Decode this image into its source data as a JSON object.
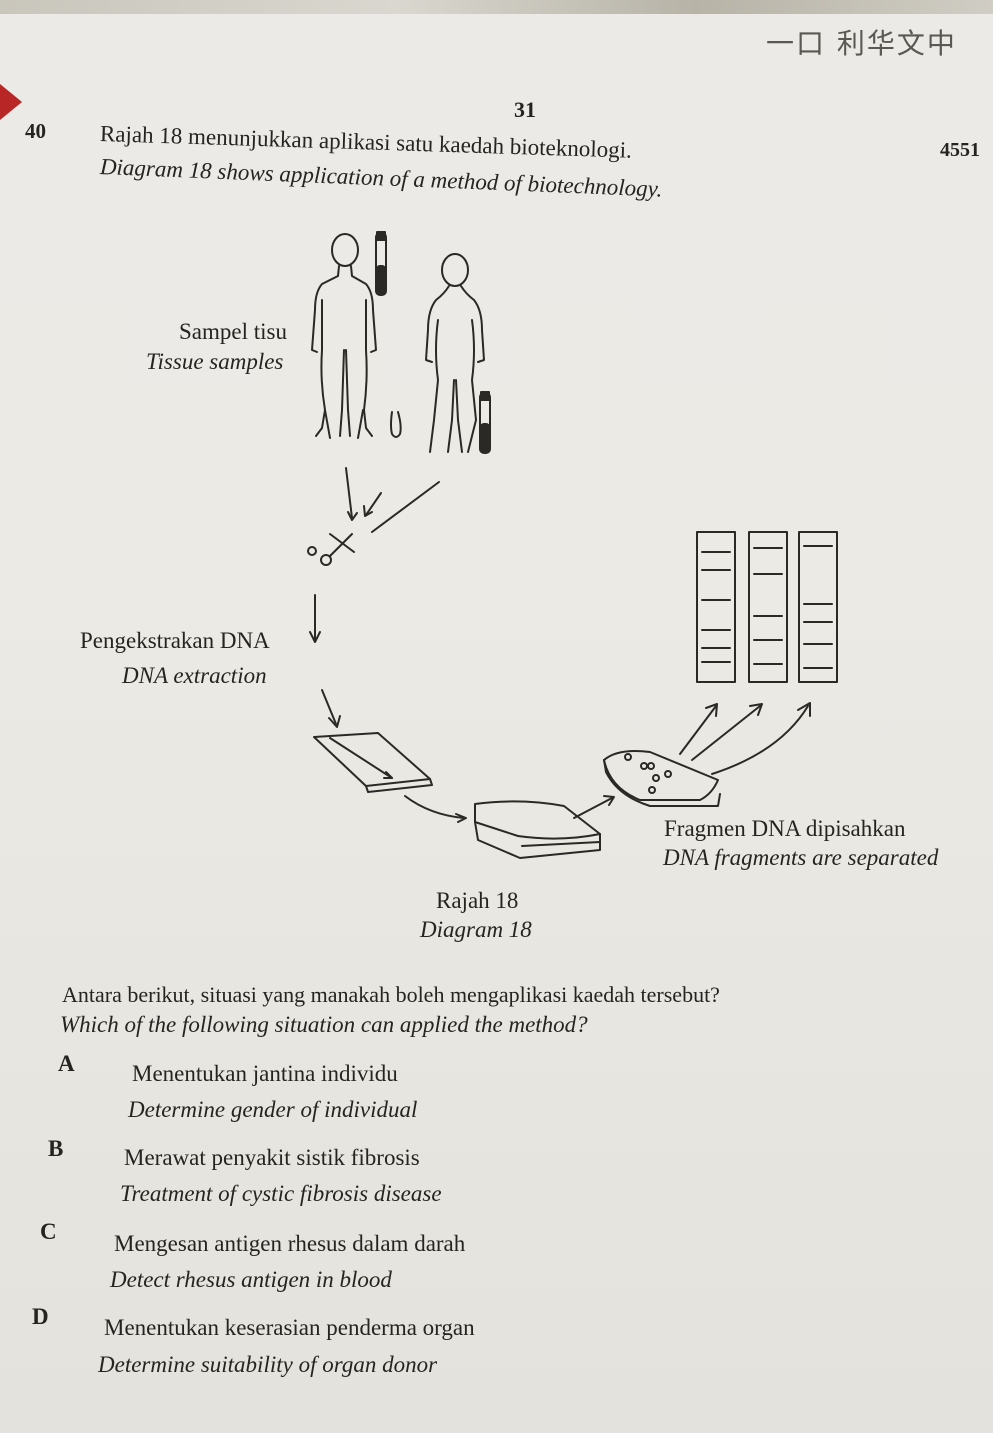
{
  "header": {
    "stamp": "一口 利华文中",
    "page_number": "31",
    "paper_code": "4551"
  },
  "question": {
    "number": "40",
    "stem_ms": "Rajah 18 menunjukkan aplikasi satu kaedah bioteknologi.",
    "stem_en": "Diagram 18 shows application of a method of biotechnology."
  },
  "diagram": {
    "labels": {
      "tissue_ms": "Sampel tisu",
      "tissue_en": "Tissue samples",
      "extraction_ms": "Pengekstrakan DNA",
      "extraction_en": "DNA extraction",
      "fragments_ms": "Fragmen DNA dipisahkan",
      "fragments_en": "DNA fragments are separated"
    },
    "caption_ms": "Rajah 18",
    "caption_en": "Diagram 18"
  },
  "prompt": {
    "ms": "Antara berikut, situasi yang manakah boleh mengaplikasi kaedah tersebut?",
    "en": "Which of the following situation can applied the method?"
  },
  "options": [
    {
      "letter": "A",
      "ms": "Menentukan jantina individu",
      "en": "Determine gender of individual"
    },
    {
      "letter": "B",
      "ms": "Merawat penyakit sistik fibrosis",
      "en": "Treatment of cystic fibrosis disease"
    },
    {
      "letter": "C",
      "ms": "Mengesan antigen rhesus dalam darah",
      "en": "Detect rhesus antigen in blood"
    },
    {
      "letter": "D",
      "ms": "Menentukan keserasian penderma organ",
      "en": "Determine suitability of organ donor"
    }
  ]
}
